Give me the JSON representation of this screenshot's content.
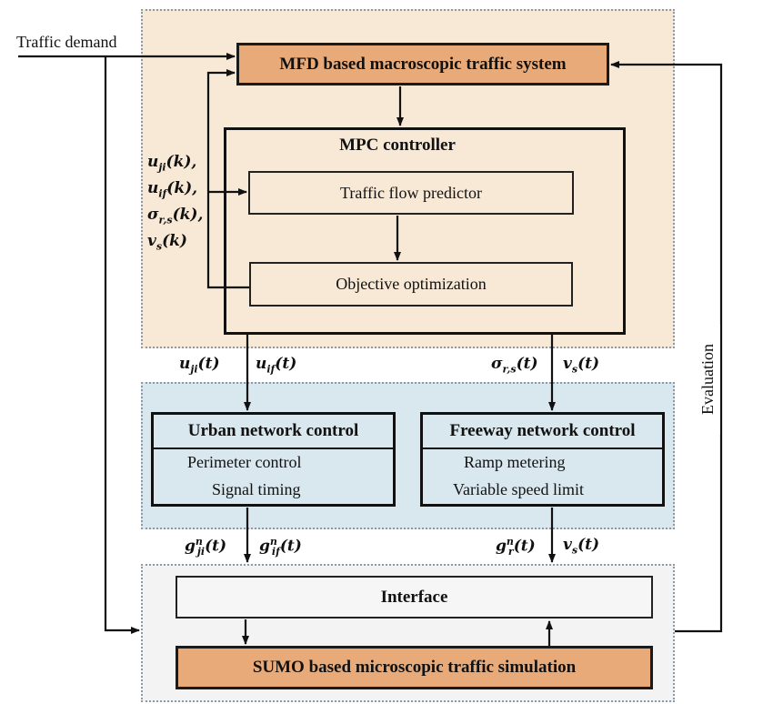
{
  "diagram": {
    "colors": {
      "macro_panel": "#f8e8d6",
      "control_panel": "#d9e7ee",
      "micro_panel": "#f3f3f3",
      "system_box": "#e8aa78",
      "line": "#111111"
    },
    "inputs": {
      "traffic_demand": "Traffic demand"
    },
    "macro_layer": {
      "system": "MFD based macroscopic traffic system",
      "controller": {
        "title": "MPC controller",
        "predictor": "Traffic flow predictor",
        "optimizer": "Objective optimization"
      },
      "feedback_signals": [
        {
          "base": "u",
          "sub": "ji",
          "arg": "(k),"
        },
        {
          "base": "u",
          "sub": "if",
          "arg": "(k),"
        },
        {
          "base": "σ",
          "sub": "r,s",
          "arg": "(k),"
        },
        {
          "base": "v",
          "sub": "s",
          "arg": "(k)"
        }
      ]
    },
    "macro_to_control_signals": {
      "urban": [
        {
          "base": "u",
          "sub": "ji",
          "arg": "(t)"
        },
        {
          "base": "u",
          "sub": "if",
          "arg": "(t)"
        }
      ],
      "freeway": [
        {
          "base": "σ",
          "sub": "r,s",
          "arg": "(t)"
        },
        {
          "base": "v",
          "sub": "s",
          "arg": "(t)"
        }
      ]
    },
    "control_layer": {
      "urban": {
        "title": "Urban network control",
        "items": [
          "Perimeter control",
          "Signal timing"
        ]
      },
      "freeway": {
        "title": "Freeway network control",
        "items": [
          "Ramp metering",
          "Variable speed limit"
        ]
      }
    },
    "control_to_micro_signals": {
      "urban": [
        {
          "base": "g",
          "sup": "n",
          "sub": "ji",
          "arg": "(t)"
        },
        {
          "base": "g",
          "sup": "n",
          "sub": "if",
          "arg": "(t)"
        }
      ],
      "freeway": [
        {
          "base": "g",
          "sup": "n",
          "sub": "r",
          "arg": "(t)"
        },
        {
          "base": "v",
          "sub": "s",
          "arg": "(t)"
        }
      ]
    },
    "micro_layer": {
      "interface": "Interface",
      "simulation": "SUMO based microscopic traffic simulation"
    },
    "feedback_label": "Evaluation"
  }
}
